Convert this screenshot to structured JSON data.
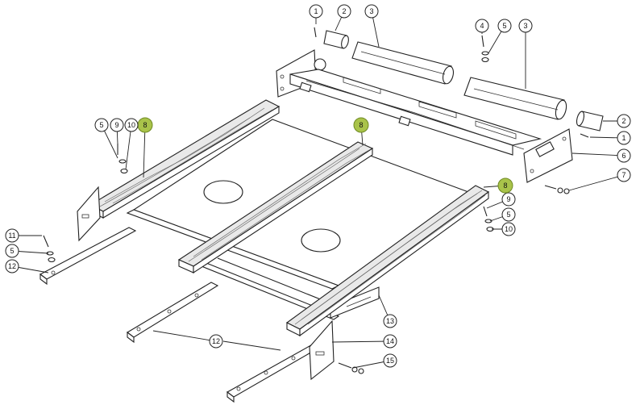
{
  "callouts": [
    {
      "label": "1",
      "highlight": false
    },
    {
      "label": "2",
      "highlight": false
    },
    {
      "label": "3",
      "highlight": false
    },
    {
      "label": "4",
      "highlight": false
    },
    {
      "label": "5",
      "highlight": false
    },
    {
      "label": "3",
      "highlight": false
    },
    {
      "label": "2",
      "highlight": false
    },
    {
      "label": "1",
      "highlight": false
    },
    {
      "label": "6",
      "highlight": false
    },
    {
      "label": "7",
      "highlight": false
    },
    {
      "label": "8",
      "highlight": true
    },
    {
      "label": "9",
      "highlight": false
    },
    {
      "label": "5",
      "highlight": false
    },
    {
      "label": "10",
      "highlight": false
    },
    {
      "label": "5",
      "highlight": false
    },
    {
      "label": "9",
      "highlight": false
    },
    {
      "label": "10",
      "highlight": false
    },
    {
      "label": "8",
      "highlight": true
    },
    {
      "label": "8",
      "highlight": true
    },
    {
      "label": "11",
      "highlight": false
    },
    {
      "label": "5",
      "highlight": false
    },
    {
      "label": "12",
      "highlight": false
    },
    {
      "label": "13",
      "highlight": false
    },
    {
      "label": "12",
      "highlight": false
    },
    {
      "label": "14",
      "highlight": false
    },
    {
      "label": "15",
      "highlight": false
    }
  ],
  "colors": {
    "highlight": "#a9c34a",
    "line": "#222222",
    "wood": "#e9e9e9"
  }
}
